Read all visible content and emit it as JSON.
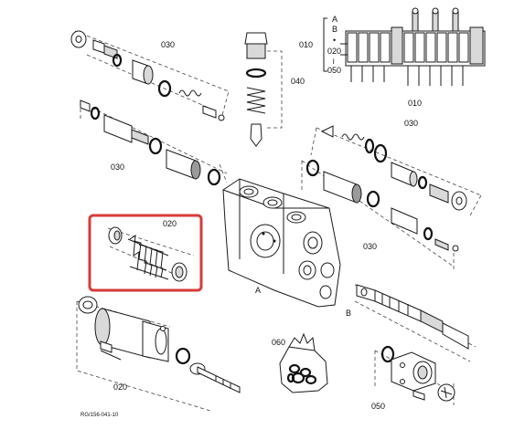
{
  "labels": {
    "g030_top_left": "030",
    "g030_mid_left": "030",
    "g030_right_top": "030",
    "g030_right_mid": "030",
    "g040": "040",
    "g010_left": "010",
    "g010_bottom": "010",
    "legend_A": "A",
    "legend_B": "B",
    "legend_dot": "•",
    "legend_020": "020",
    "legend_tilde": "≀",
    "legend_050": "050",
    "g020_highlight": "020",
    "body_A": "A",
    "spool_B": "B",
    "g060": "060",
    "g020_bottom": "020",
    "g050": "050"
  },
  "reference": "RG/156-041-10",
  "colors": {
    "highlight": "#d93a3a",
    "line": "#1a1a1a",
    "shade": "#d9d9d9"
  }
}
